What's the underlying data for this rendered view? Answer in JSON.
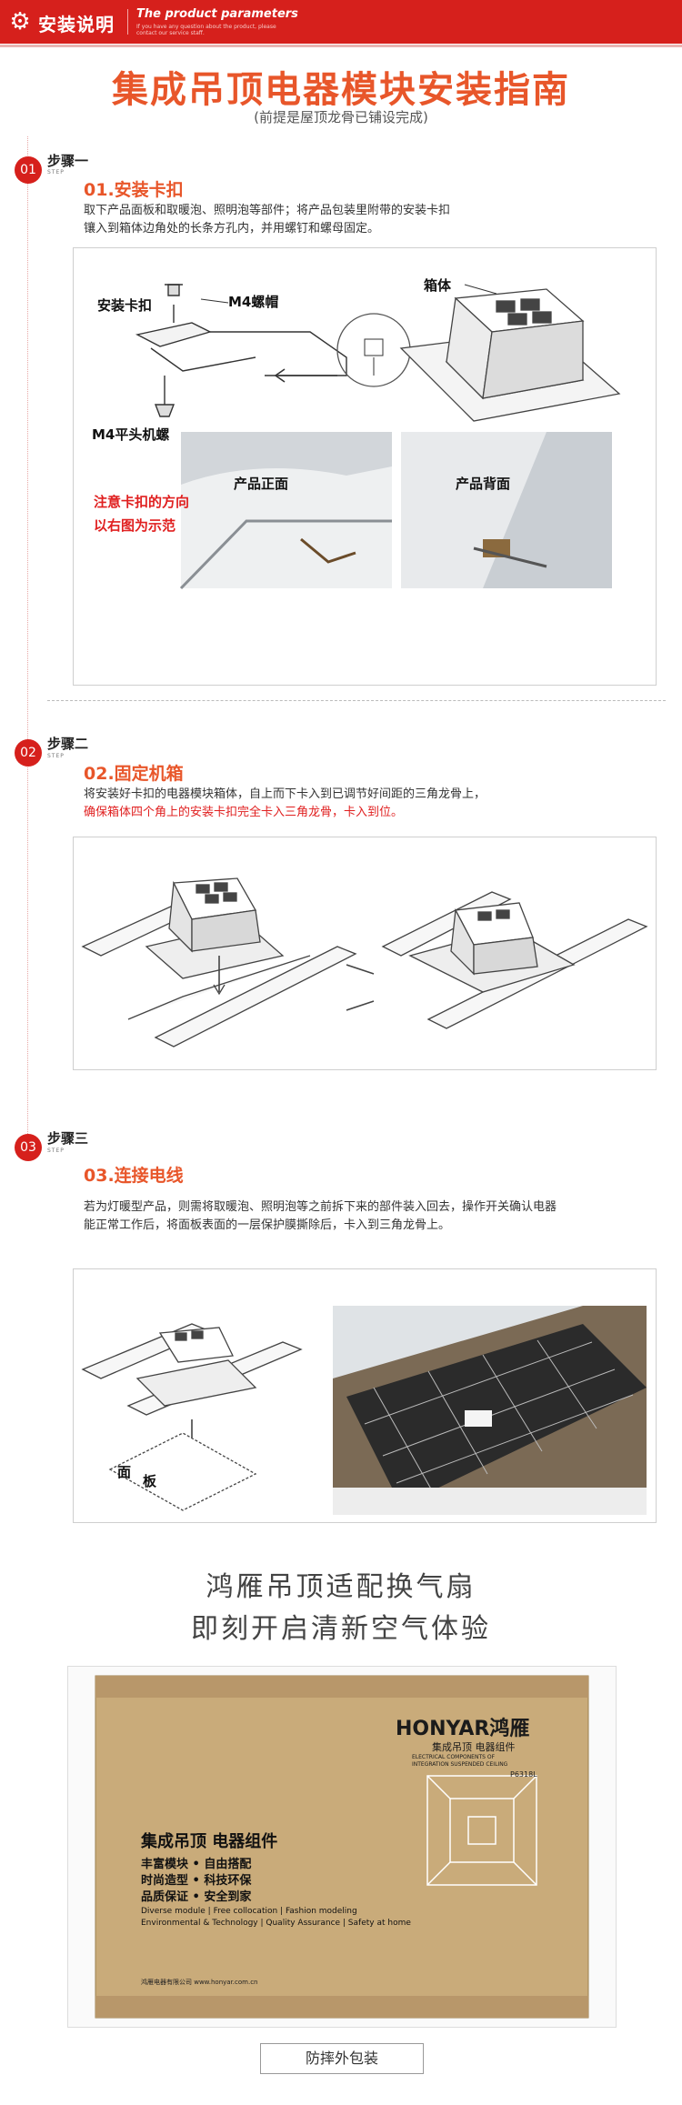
{
  "header": {
    "title": "安装说明",
    "subtitle": "The product parameters",
    "subtitle_small": "If you have any question about the product, please contact our service staff."
  },
  "main_title": "集成吊顶电器模块安装指南",
  "sub_title": "(前提是屋顶龙骨已铺设完成)",
  "steps": [
    {
      "number": "01",
      "label": "步骤一",
      "label_en": "STEP",
      "title": "01.安装卡扣",
      "desc_line1": "取下产品面板和取暖泡、照明泡等部件；将产品包装里附带的安装卡扣",
      "desc_line2": "镶入到箱体边角处的长条方孔内，并用螺钉和螺母固定。"
    },
    {
      "number": "02",
      "label": "步骤二",
      "label_en": "STEP",
      "title": "02.固定机箱",
      "desc_line1": "将安装好卡扣的电器模块箱体，自上而下卡入到已调节好间距的三角龙骨上，",
      "desc_line2_red": "确保箱体四个角上的安装卡扣完全卡入三角龙骨，卡入到位。"
    },
    {
      "number": "03",
      "label": "步骤三",
      "label_en": "STEP",
      "title": "03.连接电线",
      "desc_line1": "若为灯暖型产品，则需将取暖泡、照明泡等之前拆下来的部件装入回去，操作开关确认电器",
      "desc_line2": "能正常工作后，将面板表面的一层保护膜撕除后，卡入到三角龙骨上。"
    }
  ],
  "diagram1": {
    "clip_label": "安装卡扣",
    "nut_label": "M4螺帽",
    "screw_label": "M4平头机螺",
    "box_label": "箱体",
    "note_line1": "注意卡扣的方向",
    "note_line2": "以右图为示范",
    "front_label": "产品正面",
    "back_label": "产品背面"
  },
  "diagram3": {
    "panel_label_1": "面",
    "panel_label_2": "板"
  },
  "slogan_line1": "鸿雁吊顶适配换气扇",
  "slogan_line2": "即刻开启清新空气体验",
  "box": {
    "brand": "HONYAR鸿雁",
    "cn_sub": "集成吊顶 电器组件",
    "en_sub1": "ELECTRICAL COMPONENTS OF",
    "en_sub2": "INTEGRATION SUSPENDED CEILING",
    "model": "P6318L",
    "title": "集成吊顶 电器组件",
    "line1": "丰富模块 • 自由搭配",
    "line2": "时尚造型 • 科技环保",
    "line3": "品质保证 • 安全到家",
    "en_line1": "Diverse module | Free collocation | Fashion modeling",
    "en_line2": "Environmental & Technology | Quality Assurance | Safety at home",
    "footer": "鸿雁电器有限公司   www.honyar.com.cn"
  },
  "pack_label": "防摔外包装",
  "colors": {
    "accent": "#d6201c",
    "orange": "#e8562a",
    "red_text": "#e02020",
    "cardboard": "#c9ab7a"
  }
}
